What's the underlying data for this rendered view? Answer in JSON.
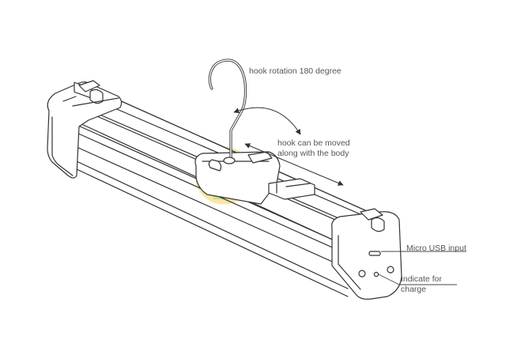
{
  "annotations": {
    "hook_rotation": "hook rotation 180 degree",
    "hook_moved_line1": "hook can be  moved",
    "hook_moved_line2": "along with the body",
    "micro_usb": "Micro USB input",
    "indicate_line1": "Indicate for",
    "indicate_line2": "charge"
  },
  "colors": {
    "stroke": "#333333",
    "leader": "#444444",
    "fill": "#ffffff",
    "watermark_yellow": "#f4d35e",
    "watermark_green": "#8cc63f"
  }
}
